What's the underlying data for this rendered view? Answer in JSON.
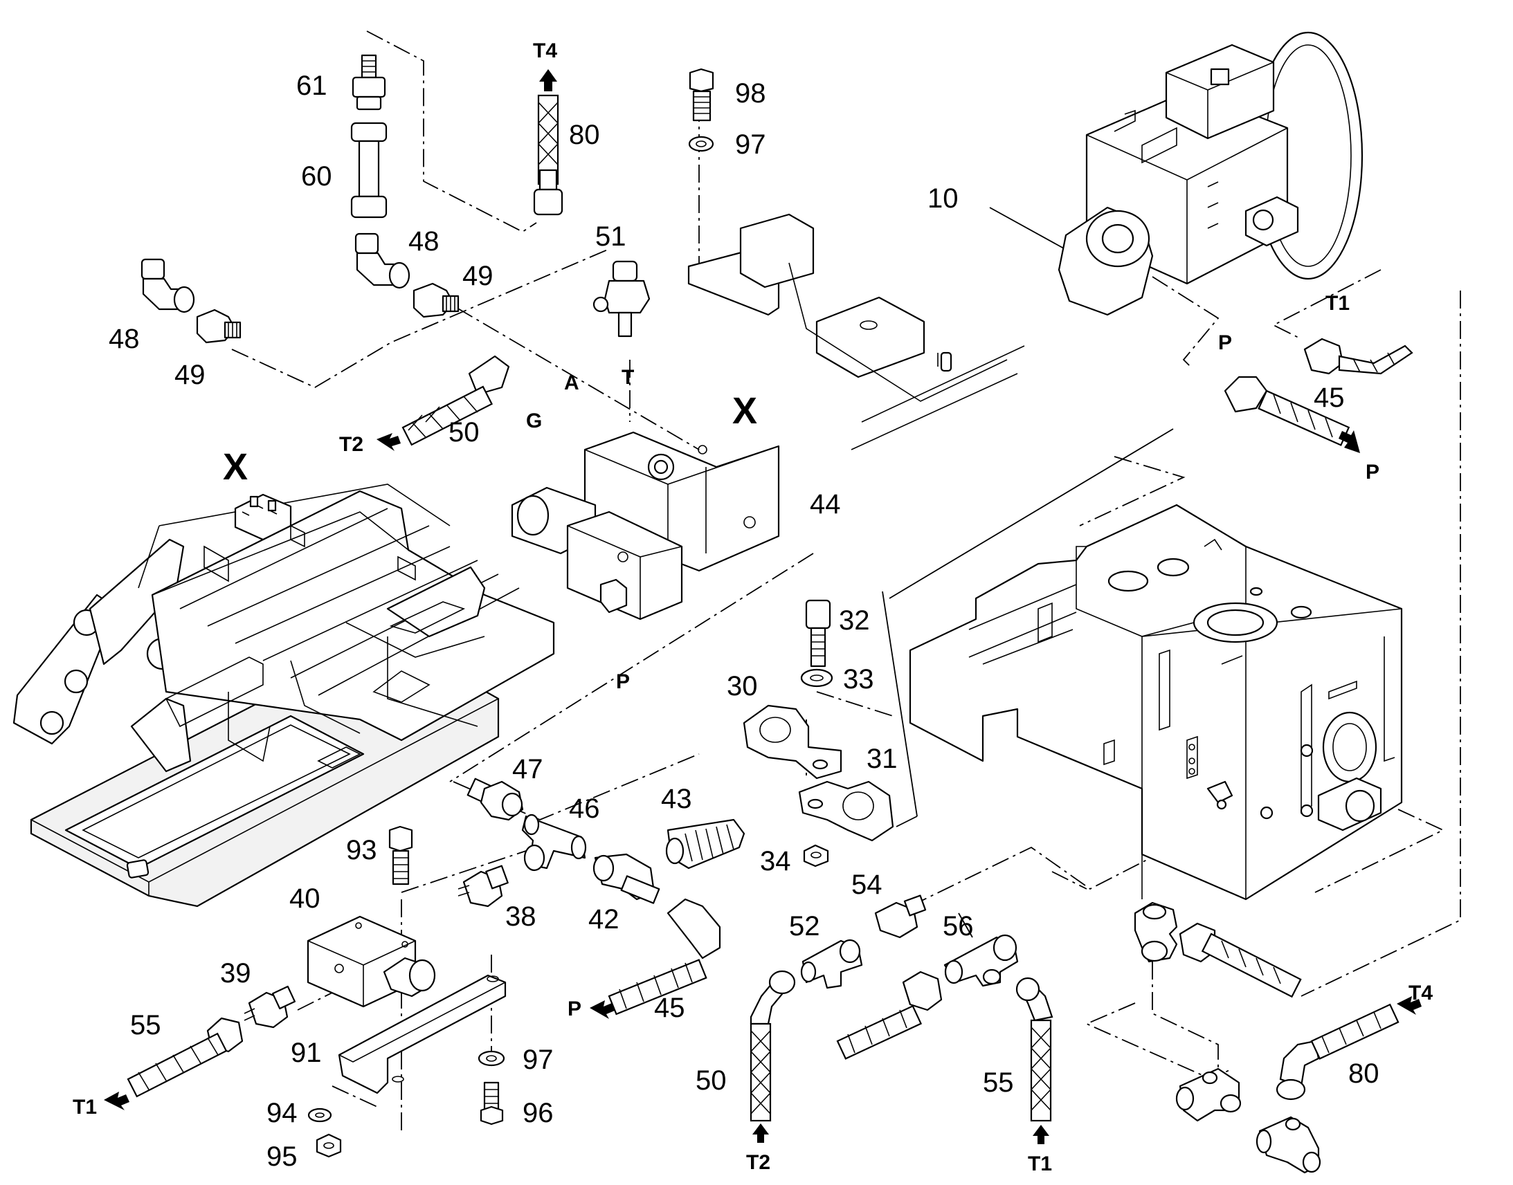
{
  "callouts": [
    {
      "id": "c61",
      "text": "61"
    },
    {
      "id": "c60",
      "text": "60"
    },
    {
      "id": "c48a",
      "text": "48"
    },
    {
      "id": "c49a",
      "text": "49"
    },
    {
      "id": "c48b",
      "text": "48"
    },
    {
      "id": "c49b",
      "text": "49"
    },
    {
      "id": "c80a",
      "text": "80"
    },
    {
      "id": "c51",
      "text": "51"
    },
    {
      "id": "c50a",
      "text": "50"
    },
    {
      "id": "c98",
      "text": "98"
    },
    {
      "id": "c97a",
      "text": "97"
    },
    {
      "id": "c10",
      "text": "10"
    },
    {
      "id": "c45a",
      "text": "45"
    },
    {
      "id": "c44",
      "text": "44"
    },
    {
      "id": "c32",
      "text": "32"
    },
    {
      "id": "c33",
      "text": "33"
    },
    {
      "id": "c30",
      "text": "30"
    },
    {
      "id": "c31",
      "text": "31"
    },
    {
      "id": "c47",
      "text": "47"
    },
    {
      "id": "c46",
      "text": "46"
    },
    {
      "id": "c43",
      "text": "43"
    },
    {
      "id": "c34",
      "text": "34"
    },
    {
      "id": "c93",
      "text": "93"
    },
    {
      "id": "c40",
      "text": "40"
    },
    {
      "id": "c38",
      "text": "38"
    },
    {
      "id": "c42",
      "text": "42"
    },
    {
      "id": "c54",
      "text": "54"
    },
    {
      "id": "c52",
      "text": "52"
    },
    {
      "id": "c56",
      "text": "56"
    },
    {
      "id": "c39",
      "text": "39"
    },
    {
      "id": "c45b",
      "text": "45"
    },
    {
      "id": "c55a",
      "text": "55"
    },
    {
      "id": "c91",
      "text": "91"
    },
    {
      "id": "c97b",
      "text": "97"
    },
    {
      "id": "c94",
      "text": "94"
    },
    {
      "id": "c96",
      "text": "96"
    },
    {
      "id": "c95",
      "text": "95"
    },
    {
      "id": "c50b",
      "text": "50"
    },
    {
      "id": "c55b",
      "text": "55"
    },
    {
      "id": "c80b",
      "text": "80"
    }
  ],
  "ports": [
    {
      "id": "pT4a",
      "text": "T4"
    },
    {
      "id": "pT2a",
      "text": "T2"
    },
    {
      "id": "pA",
      "text": "A"
    },
    {
      "id": "pG",
      "text": "G"
    },
    {
      "id": "pT",
      "text": "T"
    },
    {
      "id": "pT1a",
      "text": "T1"
    },
    {
      "id": "pPa",
      "text": "P"
    },
    {
      "id": "pPb",
      "text": "P"
    },
    {
      "id": "pPc",
      "text": "P"
    },
    {
      "id": "pPd",
      "text": "P"
    },
    {
      "id": "pT1b",
      "text": "T1"
    },
    {
      "id": "pT2b",
      "text": "T2"
    },
    {
      "id": "pT1c",
      "text": "T1"
    },
    {
      "id": "pT4b",
      "text": "T4"
    }
  ],
  "markers": [
    {
      "id": "xa",
      "text": "X"
    },
    {
      "id": "xb",
      "text": "X"
    }
  ]
}
